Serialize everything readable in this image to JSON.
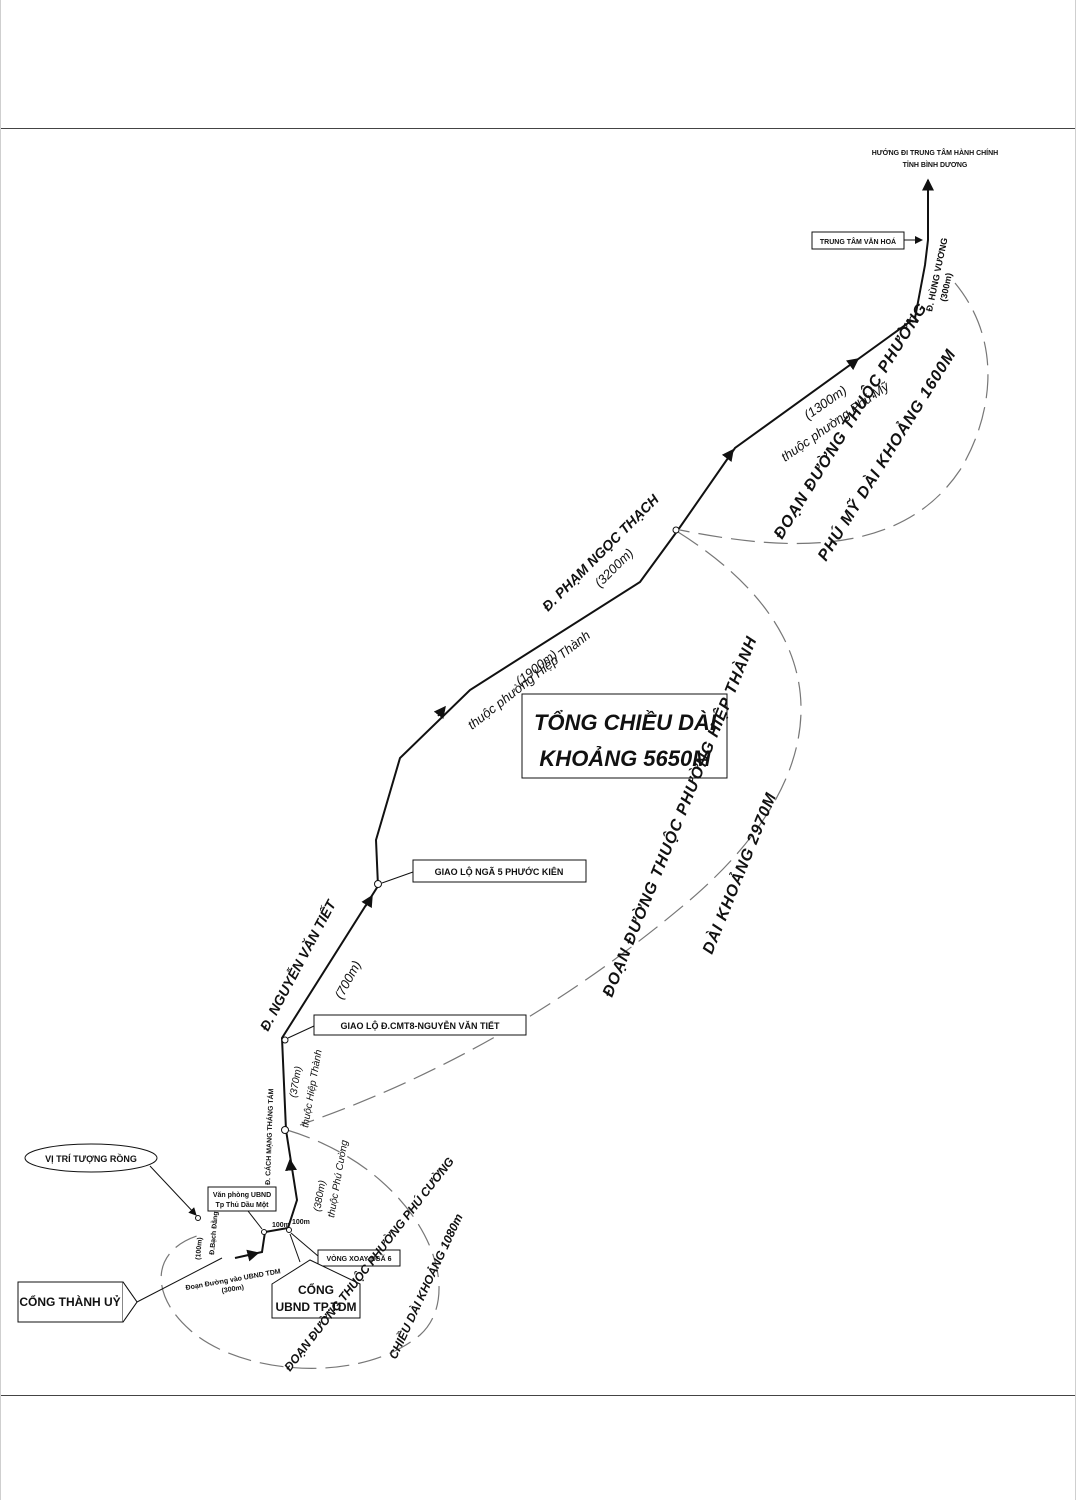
{
  "destination": {
    "line1": "HƯỚNG ĐI TRUNG TÂM HÀNH CHÍNH",
    "line2": "TỈNH BÌNH DƯƠNG"
  },
  "boxes": {
    "cultural_center": "TRUNG TÂM VĂN HOÁ",
    "phuoc_kien": "GIAO LỘ NGÃ 5 PHƯỚC KIÊN",
    "cmt8_intersection": "GIAO LỘ Đ.CMT8-NGUYỄN VĂN TIẾT",
    "roundabout": "VÒNG XOAY NGÃ 6",
    "dragon_statue": "VỊ TRÍ TƯỢNG RỒNG",
    "office_line1": "Văn phòng UBND",
    "office_line2": "Tp Thủ Dầu Một",
    "party_gate": "CỔNG THÀNH UỶ",
    "ubnd_gate_line1": "CỔNG",
    "ubnd_gate_line2": "UBND TP.TDM"
  },
  "streets": {
    "hung_vuong": "Đ. HÙNG VƯƠNG",
    "hung_vuong_len": "(300m)",
    "pham_ngoc_thach": "Đ. PHẠM NGỌC THẠCH",
    "pham_ngoc_thach_len": "(3200m)",
    "phu_my_len": "(1300m)",
    "phu_my_ward": "thuộc phường Phú Mỹ",
    "hiep_thanh_len": "(1900m)",
    "hiep_thanh_ward": "thuộc phường Hiệp Thành",
    "nguyen_van_tiet": "Đ. NGUYỄN VĂN TIẾT",
    "nguyen_van_tiet_len": "(700m)",
    "cmt8": "Đ. CÁCH MẠNG THÁNG TÁM",
    "cmt8_len": "(370m)",
    "cmt8_ward": "thuộc Hiệp Thành",
    "phu_cuong_len": "(380m)",
    "phu_cuong_ward": "thuộc Phú Cường",
    "bach_dang": "Đ.Bạch Đằng",
    "bach_dang_len": "(100m)",
    "seg_100a": "100m",
    "seg_100b": "100m",
    "ubnd_road_line1": "Đoạn Đường vào UBND TDM",
    "ubnd_road_line2": "(300m)"
  },
  "segments": {
    "phu_my_line1": "ĐOẠN ĐƯỜNG THUỘC PHƯỜNG",
    "phu_my_line2": "PHÚ MỸ DÀI KHOẢNG 1600M",
    "hiep_thanh_line1": "ĐOẠN ĐƯỜNG THUỘC PHƯỜNG HIỆP THÀNH",
    "hiep_thanh_line2": "DÀI KHOẢNG 2970M",
    "phu_cuong_line1": "ĐOẠN ĐƯỜNG THUỘC PHƯỜNG PHÚ CƯỜNG",
    "phu_cuong_line2": "CHIỀU DÀI KHOẢNG 1080m"
  },
  "total": {
    "line1": "TỔNG CHIỀU DÀI",
    "line2": "KHOẢNG 5650M"
  }
}
